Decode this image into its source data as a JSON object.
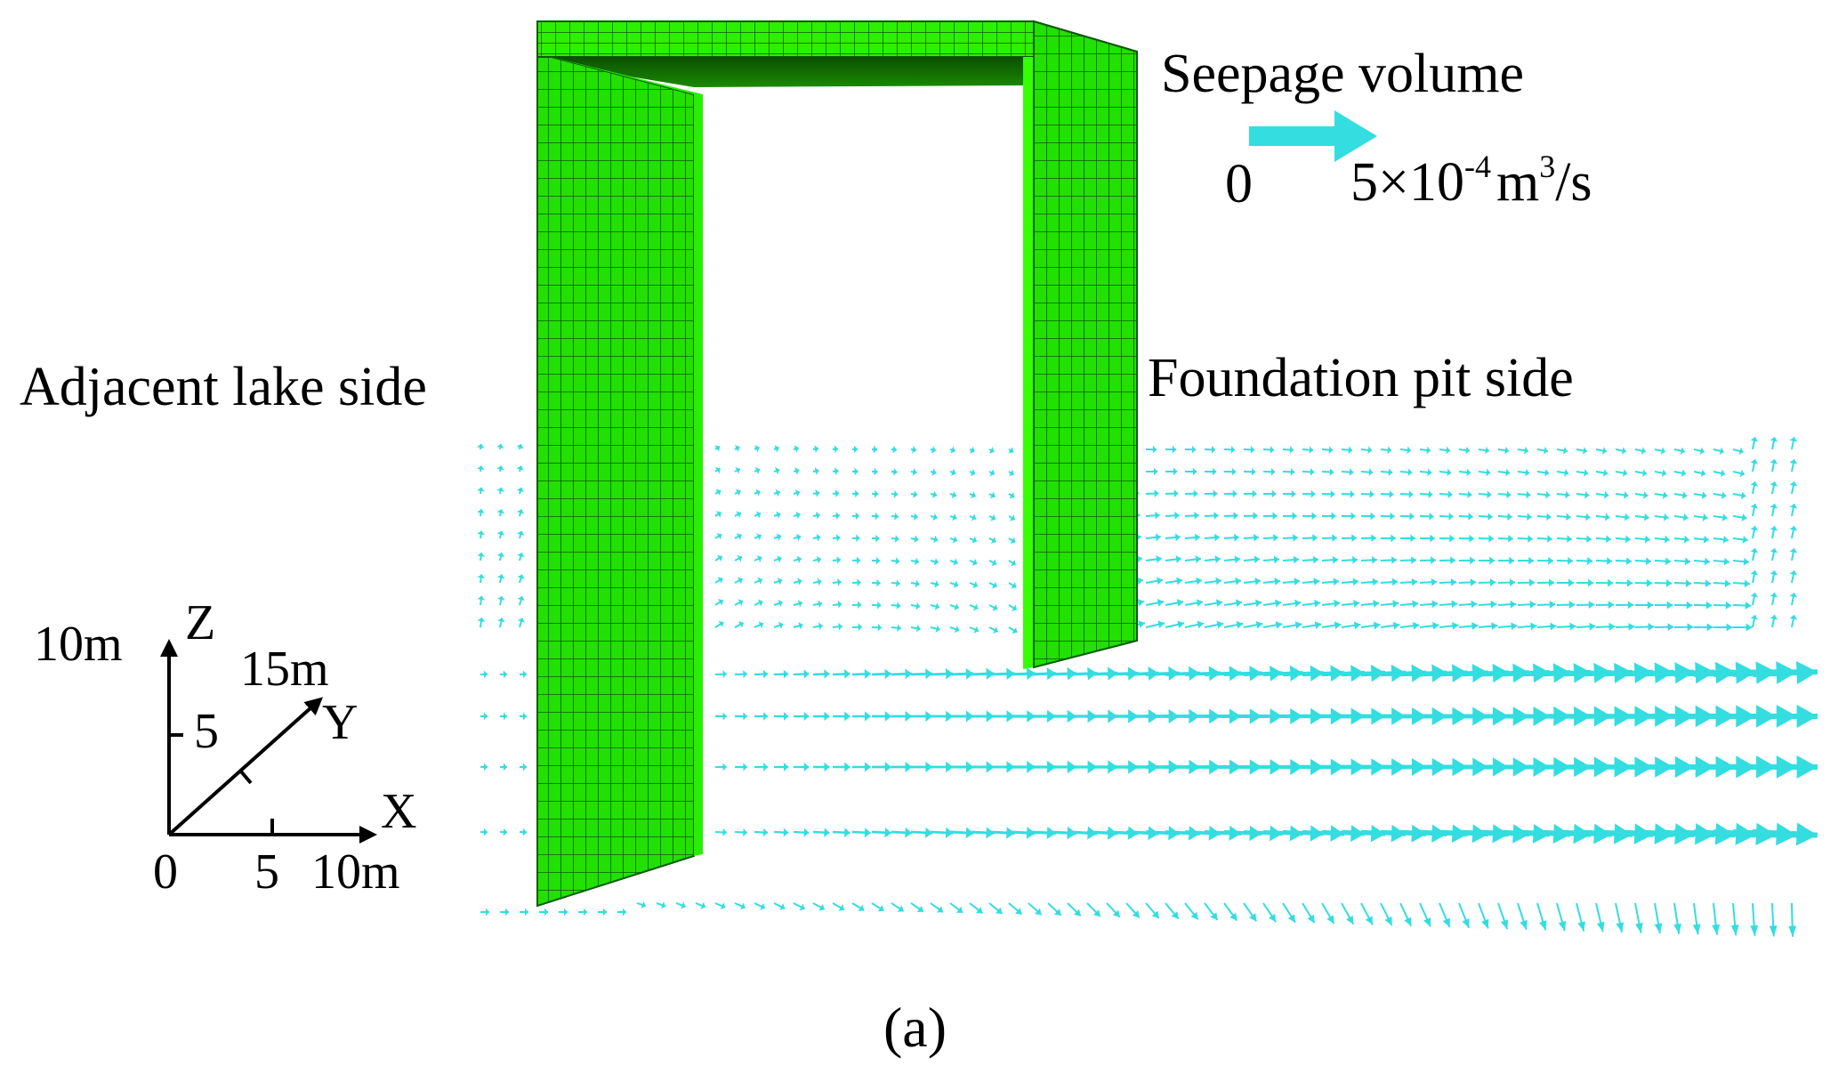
{
  "labels": {
    "lake_side": "Adjacent lake side",
    "pit_side": "Foundation pit side",
    "caption": "(a)"
  },
  "legend": {
    "title": "Seepage volume",
    "zero": "0",
    "value_base": "5×10",
    "value_exponent": "-4",
    "value_unit": "m",
    "value_unit_exponent": "3",
    "value_unit_tail": "/s"
  },
  "axes": {
    "z_label": "Z",
    "y_label": "Y",
    "x_label": "X",
    "z_max": "10m",
    "z_mid": "5",
    "y_max": "15m",
    "x_mid": "5",
    "x_max": "10m",
    "origin": "0"
  },
  "colors": {
    "wall_green": "#22e000",
    "wall_dark": "#0d6a00",
    "vector_cyan": "#33dde0",
    "ink": "#000000"
  },
  "vector_field": {
    "legend_arrow_magnitude": 0.0005,
    "rows": [
      {
        "name": "top-rows",
        "level": "upper",
        "peak_fraction": 0.15
      },
      {
        "name": "row-1",
        "level": "z1",
        "peak_fraction": 1.0
      },
      {
        "name": "row-2",
        "level": "z2",
        "peak_fraction": 1.0
      },
      {
        "name": "row-3",
        "level": "z3",
        "peak_fraction": 1.0
      },
      {
        "name": "row-4",
        "level": "z4",
        "peak_fraction": 1.0
      },
      {
        "name": "bottom-row",
        "level": "lower",
        "peak_fraction": 0.12
      }
    ]
  }
}
